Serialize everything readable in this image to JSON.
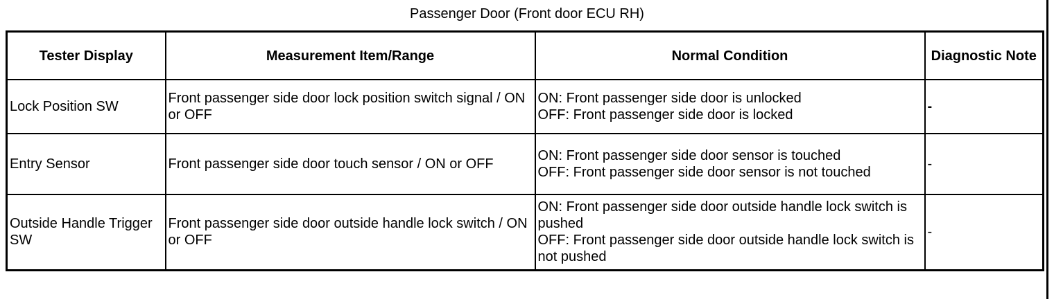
{
  "caption": "Passenger Door (Front door ECU RH)",
  "table": {
    "headers": [
      "Tester Display",
      "Measurement Item/Range",
      "Normal Condition",
      "Diagnostic Note"
    ],
    "rows": [
      {
        "tester_display": "Lock Position SW",
        "measurement": "Front passenger side door lock position switch signal / ON or OFF",
        "normal_on": "ON: Front passenger side door is unlocked",
        "normal_off": "OFF: Front passenger side door is locked",
        "note": "-"
      },
      {
        "tester_display": "Entry Sensor",
        "measurement": "Front passenger side door touch sensor / ON or OFF",
        "normal_on": "ON: Front passenger side door sensor is touched",
        "normal_off": "OFF: Front passenger side door sensor is not touched",
        "note": "-"
      },
      {
        "tester_display": "Outside Handle Trigger SW",
        "measurement": "Front passenger side door outside handle lock switch / ON or OFF",
        "normal_on": "ON: Front passenger side door outside handle lock switch is pushed",
        "normal_off": "OFF: Front passenger side door outside handle lock switch is not pushed",
        "note": "-"
      }
    ]
  }
}
